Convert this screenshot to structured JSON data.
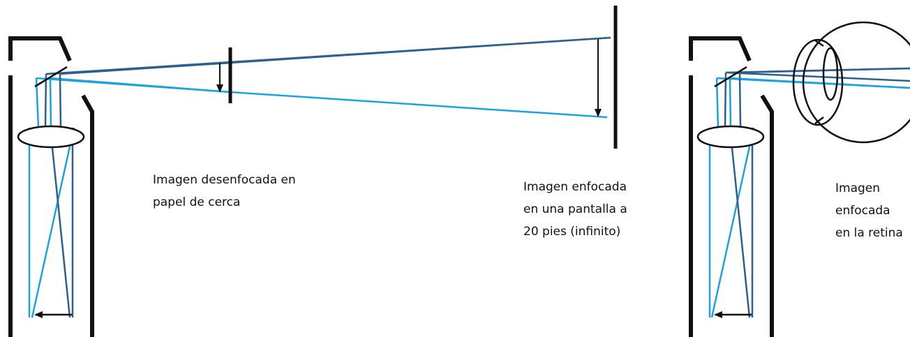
{
  "colors": {
    "background": "#ffffff",
    "ink": "#111111",
    "ray_light": "#1aa3e0",
    "ray_dark": "#2f5f8c"
  },
  "labels": {
    "near_paper": [
      "Imagen desenfocada en",
      "papel de cerca"
    ],
    "screen": [
      "Imagen enfocada",
      "en una pantalla a",
      "20 pies (infinito)"
    ],
    "retina": [
      "Imagen",
      "enfocada",
      "en la retina"
    ]
  }
}
